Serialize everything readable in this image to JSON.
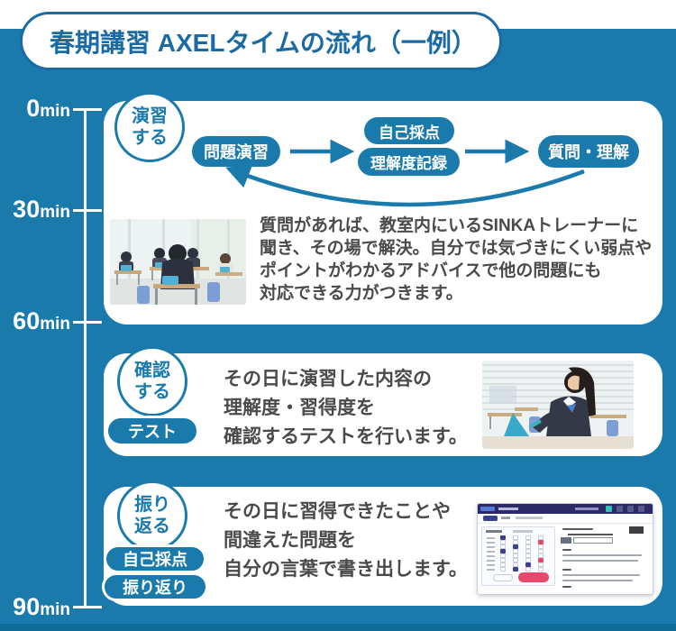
{
  "header": {
    "title": "春期講習 AXELタイムの流れ（一例）"
  },
  "timeline": {
    "items": [
      {
        "num": "0",
        "unit": "min"
      },
      {
        "num": "30",
        "unit": "min"
      },
      {
        "num": "60",
        "unit": "min"
      },
      {
        "num": "90",
        "unit": "min"
      }
    ]
  },
  "sections": [
    {
      "circle": {
        "line1": "演習",
        "line2": "する"
      },
      "flow": {
        "step1": "問題演習",
        "step2a": "自己採点",
        "step2b": "理解度記録",
        "step3": "質問・理解"
      },
      "description": {
        "line1": "質問があれば、教室内にいるSINKAトレーナーに",
        "line2": "聞き、その場で解決。自分では気づきにくい弱点や",
        "line3": "ポイントがわかるアドバイスで他の問題にも",
        "line4": "対応できる力がつきます。"
      }
    },
    {
      "circle": {
        "line1": "確認",
        "line2": "する"
      },
      "badge1": "テスト",
      "description": {
        "line1": "その日に演習した内容の",
        "line2": "理解度・習得度を",
        "line3": "確認するテストを行います。"
      }
    },
    {
      "circle": {
        "line1": "振り",
        "line2": "返る"
      },
      "badge1": "自己採点",
      "badge2": "振り返り",
      "description": {
        "line1": "その日に習得できたことや",
        "line2": "間違えた問題を",
        "line3": "自分の言葉で書き出します。"
      }
    }
  ],
  "colors": {
    "teal": "#1a7aab",
    "header_blue": "#1a6aa4",
    "bottom_strip": "#0f6c98",
    "text_gray": "#4a4a4a",
    "app_navy": "#2c2a66",
    "app_red": "#e8486e",
    "app_teal": "#2fc3b4"
  }
}
